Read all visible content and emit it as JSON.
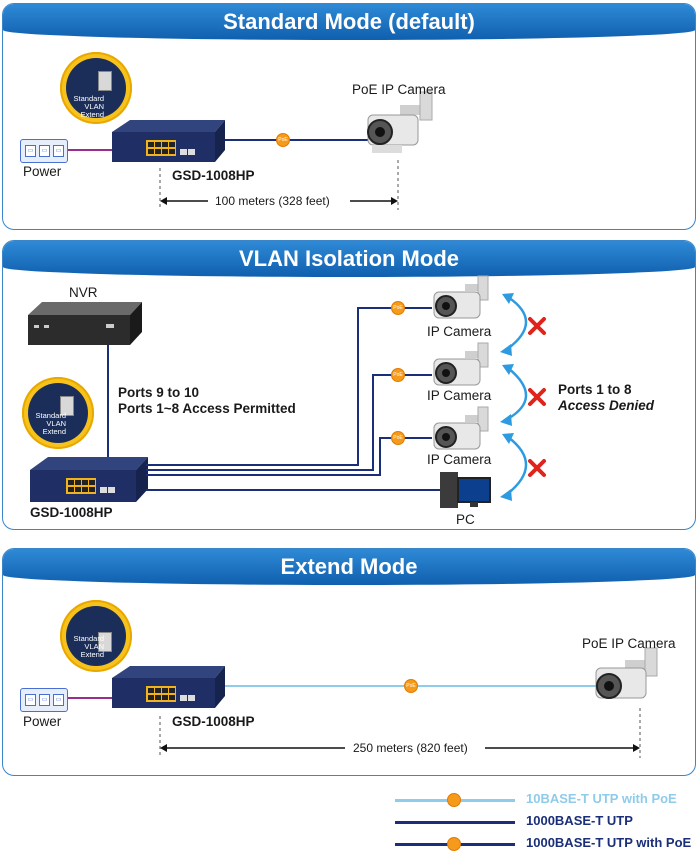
{
  "standard": {
    "title": "Standard Mode (default)",
    "power_label": "Power",
    "switch_name": "GSD-1008HP",
    "camera_label": "PoE IP Camera",
    "distance": "100 meters (328 feet)",
    "dip": {
      "opt1": "Standard",
      "opt2": "VLAN",
      "opt3": "Extend"
    },
    "poe_badge": "PoE"
  },
  "vlan": {
    "title": "VLAN Isolation Mode",
    "nvr_label": "NVR",
    "switch_name": "GSD-1008HP",
    "ports_line1": "Ports 9 to 10",
    "ports_line2": "Ports 1~8 Access Permitted",
    "camera_labels": [
      "IP Camera",
      "IP Camera",
      "IP Camera"
    ],
    "pc_label": "PC",
    "denied_line1": "Ports 1 to 8",
    "denied_line2": "Access Denied",
    "dip": {
      "opt1": "Standard",
      "opt2": "VLAN",
      "opt3": "Extend"
    },
    "poe_badge": "PoE"
  },
  "extend": {
    "title": "Extend Mode",
    "power_label": "Power",
    "switch_name": "GSD-1008HP",
    "camera_label": "PoE IP Camera",
    "distance": "250 meters (820 feet)",
    "dip": {
      "opt1": "Standard",
      "opt2": "VLAN",
      "opt3": "Extend"
    },
    "poe_badge": "PoE"
  },
  "legend": [
    {
      "label": "10BASE-T UTP with PoE",
      "color": "#8fcbea",
      "text_color": "#8fcbea",
      "poe": true
    },
    {
      "label": "1000BASE-T UTP",
      "color": "#1b2e7a",
      "text_color": "#1b2e7a",
      "poe": false
    },
    {
      "label": "1000BASE-T UTP with PoE",
      "color": "#1b2e7a",
      "text_color": "#1b2e7a",
      "poe": true
    }
  ],
  "colors": {
    "header": "#1a6fbf",
    "cable_dark": "#1b2e7a",
    "cable_light": "#8fcbea",
    "poe": "#f59a1b",
    "deny": "#e0241b",
    "arrow": "#2e9be0"
  }
}
